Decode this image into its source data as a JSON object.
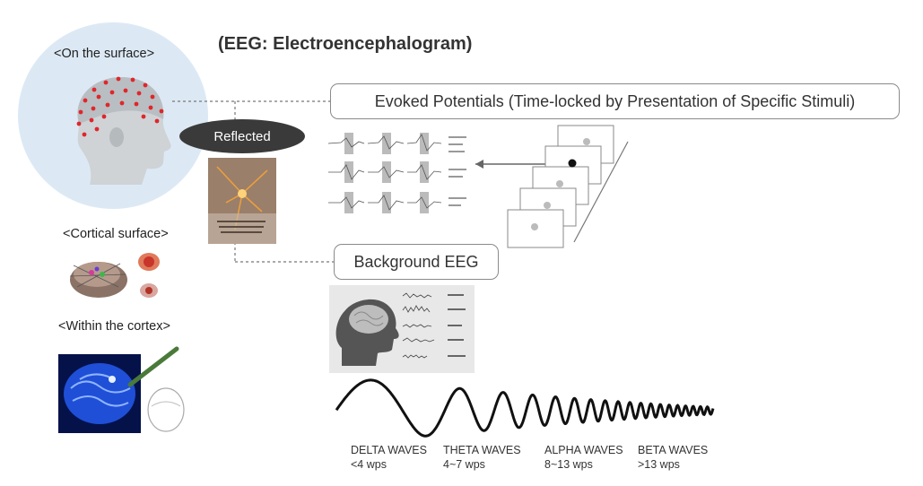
{
  "title": "(EEG: Electroencephalogram)",
  "labels": {
    "surface": "<On the surface>",
    "cortical": "<Cortical surface>",
    "within": "<Within the cortex>",
    "reflected": "Reflected"
  },
  "boxes": {
    "evoked": "Evoked Potentials (Time-locked by Presentation of Specific Stimuli)",
    "background": "Background EEG"
  },
  "waves": [
    {
      "name": "DELTA WAVES",
      "rate": "<4 wps"
    },
    {
      "name": "THETA WAVES",
      "rate": "4~7 wps"
    },
    {
      "name": "ALPHA WAVES",
      "rate": "8~13 wps"
    },
    {
      "name": "BETA WAVES",
      "rate": ">13 wps"
    }
  ],
  "colors": {
    "accent_circle": "#dce9f5",
    "pill": "#3a3a3a",
    "brain_blue": "#1f4fd6",
    "neuron_orange": "#d27a2a"
  }
}
